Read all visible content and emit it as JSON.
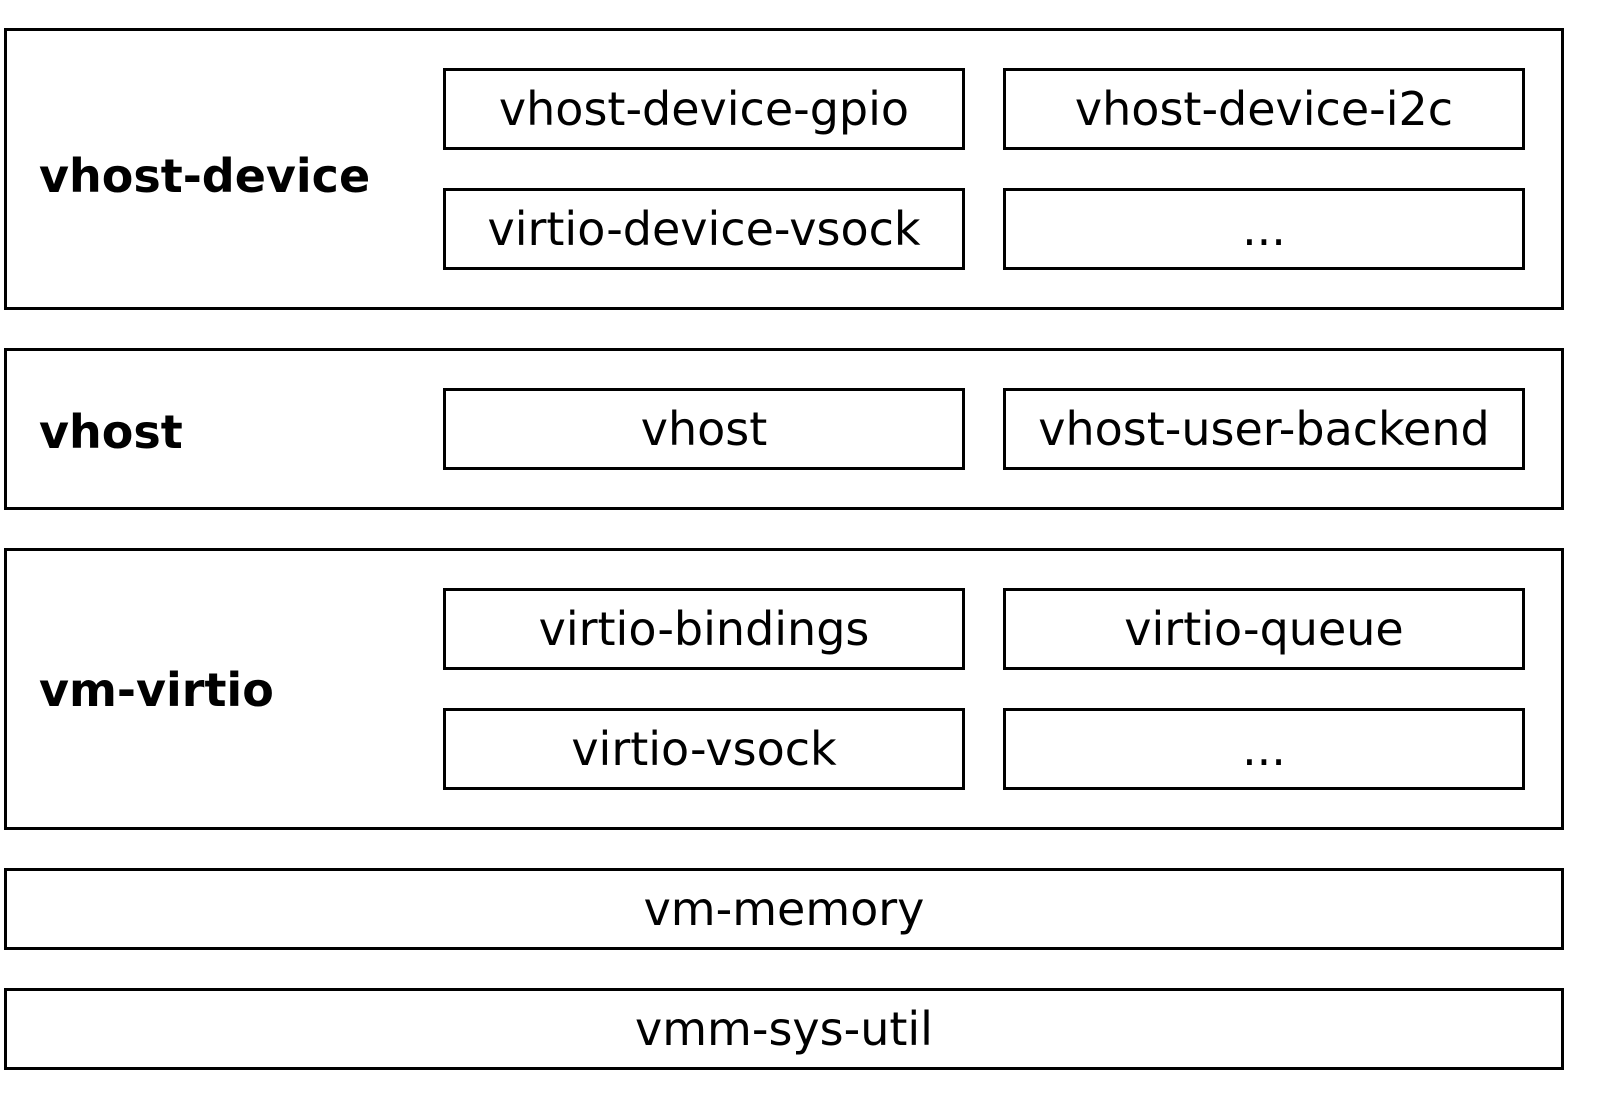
{
  "layers": {
    "vhost_device": {
      "title": "vhost-device",
      "crates": [
        "vhost-device-gpio",
        "vhost-device-i2c",
        "virtio-device-vsock",
        "..."
      ]
    },
    "vhost": {
      "title": "vhost",
      "crates": [
        "vhost",
        "vhost-user-backend"
      ]
    },
    "vm_virtio": {
      "title": "vm-virtio",
      "crates": [
        "virtio-bindings",
        "virtio-queue",
        "virtio-vsock",
        "..."
      ]
    },
    "vm_memory": {
      "label": "vm-memory"
    },
    "vmm_sys_util": {
      "label": "vmm-sys-util"
    }
  },
  "colors": {
    "border": "#000000",
    "background": "#ffffff",
    "text": "#000000"
  }
}
